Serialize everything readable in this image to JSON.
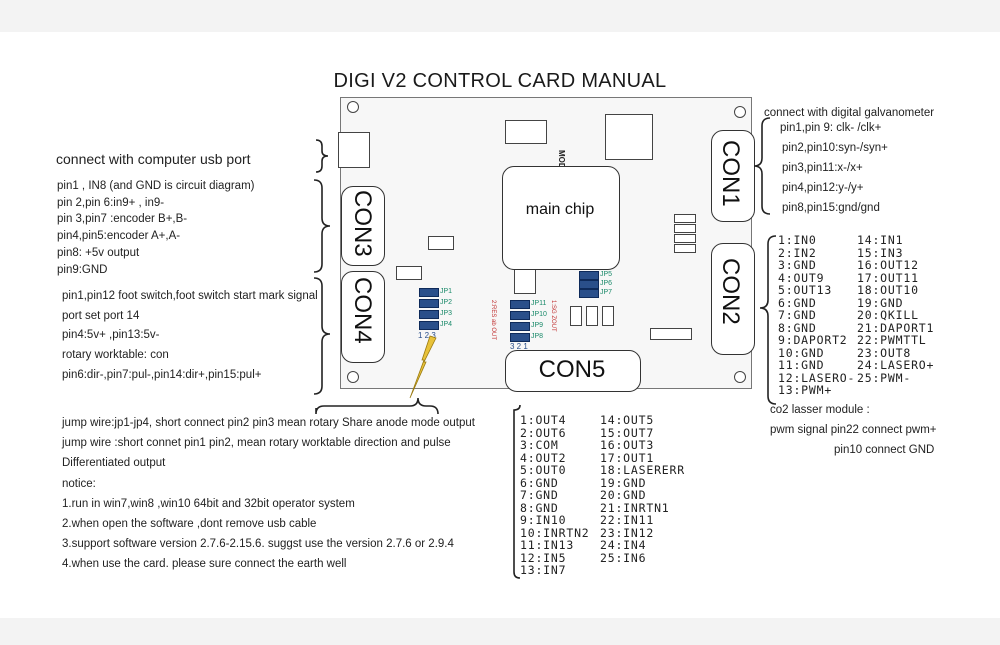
{
  "title": "DIGI V2  CONTROL CARD MANUAL",
  "board": {
    "model_text": "MODEL:LMCDIGI",
    "main_chip": "main chip",
    "connectors": {
      "con1": "CON1",
      "con2": "CON2",
      "con3": "CON3",
      "con4": "CON4",
      "con5": "CON5"
    },
    "jumpers_left": [
      "JP1",
      "JP2",
      "JP3",
      "JP4"
    ],
    "jumpers_left_pins": "1 2 3",
    "jumpers_mid": [
      "JP11",
      "JP10",
      "JP9",
      "JP8"
    ],
    "jumpers_mid_pins": "3 2 1",
    "jumpers_top": [
      "JP5",
      "JP6",
      "JP7"
    ],
    "red_text_a": "2:RES ab OUT",
    "red_text_b": "1:SG ZOUT"
  },
  "usb_note": "connect with computer usb port",
  "con3_notes": [
    "pin1  , IN8 (and GND is circuit diagram)",
    "pin 2,pin 6:in9+ , in9-",
    "pin 3,pin7 :encoder B+,B-",
    "pin4,pin5:encoder A+,A-",
    "pin8: +5v output",
    "pin9:GND"
  ],
  "con4_notes": [
    "pin1,pin12 foot switch,foot switch start mark signal",
    "port set  port 14",
    "pin4:5v+ ,pin13:5v-",
    "rotary worktable: con",
    "pin6:dir-,pin7:pul-,pin14:dir+,pin15:pul+"
  ],
  "jump_notes": [
    "jump wire:jp1-jp4, short connect pin2 pin3 mean rotary Share anode mode output",
    "jump wire :short connet pin1 pin2, mean rotary worktable direction and pulse",
    " Differentiated output"
  ],
  "notice_title": "notice:",
  "notice_items": [
    "1.run in win7,win8 ,win10 64bit and 32bit operator system",
    "2.when open the software ,dont remove usb cable",
    "3.support software version 2.7.6-2.15.6. suggst use the version  2.7.6 or 2.9.4",
    "4.when use the card. please sure connect the earth well"
  ],
  "con1_notes": [
    "connect with digital galvanometer",
    "pin1,pin 9: clk-  /clk+",
    "pin2,pin10:syn-/syn+",
    "pin3,pin11:x-/x+",
    "pin4,pin12:y-/y+",
    "pin8,pin15:gnd/gnd"
  ],
  "con2_col1": [
    "1:IN0",
    "2:IN2",
    "3:GND",
    "4:OUT9",
    "5:OUT13",
    "6:GND",
    "7:GND",
    "8:GND",
    "9:DAPORT2",
    "10:GND",
    "11:GND",
    "12:LASERO-",
    "13:PWM+"
  ],
  "con2_col2": [
    "14:IN1",
    "15:IN3",
    "16:OUT12",
    "17:OUT11",
    "18:OUT10",
    "19:GND",
    "20:QKILL",
    "21:DAPORT1",
    "22:PWMTTL",
    "23:OUT8",
    "24:LASERO+",
    "25:PWM-"
  ],
  "co2_notes": [
    "co2 lasser module :",
    "pwm signal pin22  connect pwm+",
    "pin10  connect GND"
  ],
  "con5_col1": [
    "1:OUT4",
    "2:OUT6",
    "3:COM",
    "4:OUT2",
    "5:OUT0",
    "6:GND",
    "7:GND",
    "8:GND",
    "9:IN10",
    "10:INRTN2",
    "11:IN13",
    "12:IN5",
    "13:IN7"
  ],
  "con5_col2": [
    "14:OUT5",
    "15:OUT7",
    "16:OUT3",
    "17:OUT1",
    "18:LASERERR",
    "19:GND",
    "20:GND",
    "21:INRTN1",
    "22:IN11",
    "23:IN12",
    "24:IN4",
    "25:IN6"
  ]
}
